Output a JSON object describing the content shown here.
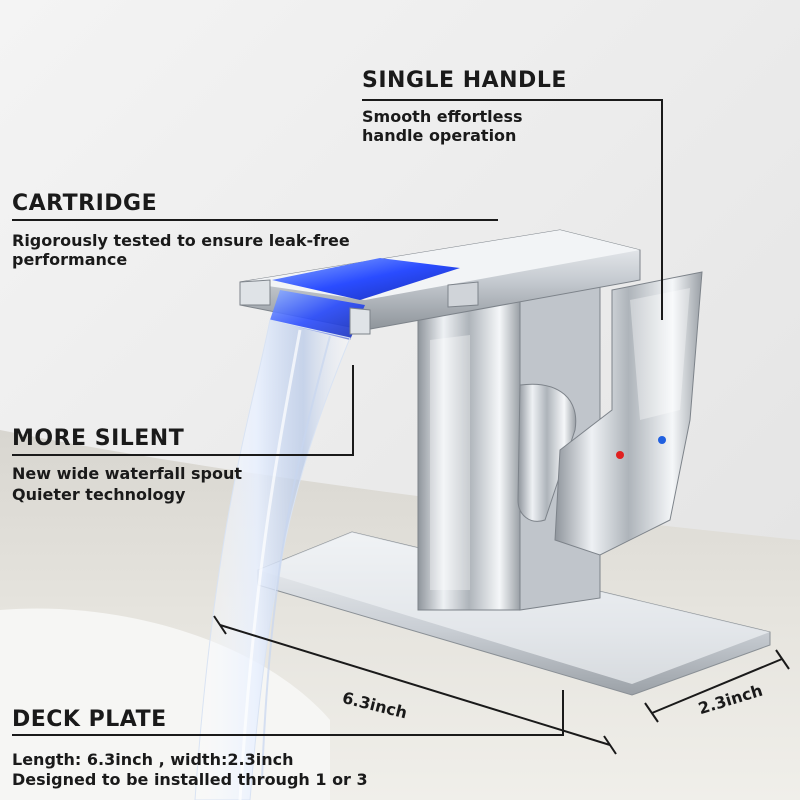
{
  "callouts": {
    "single_handle": {
      "title": "SINGLE HANDLE",
      "line1": "Smooth effortless",
      "line2": "handle operation"
    },
    "cartridge": {
      "title": "CARTRIDGE",
      "line1": "Rigorously tested to ensure leak-free",
      "line2": "performance"
    },
    "more_silent": {
      "title": "MORE SILENT",
      "line1": "New wide waterfall spout",
      "line2": "Quieter technology"
    },
    "deck_plate": {
      "title": "DECK PLATE",
      "line1": "Length: 6.3inch , width:2.3inch",
      "line2": "Designed to be installed through 1 or 3"
    }
  },
  "dimensions": {
    "length": "6.3inch",
    "width": "2.3inch"
  },
  "colors": {
    "text": "#1a1a1a",
    "background": "#ececec",
    "chrome": "#d4d8de",
    "led": "#2a4cff",
    "hot_dot": "#e02020",
    "cold_dot": "#2060e0"
  }
}
